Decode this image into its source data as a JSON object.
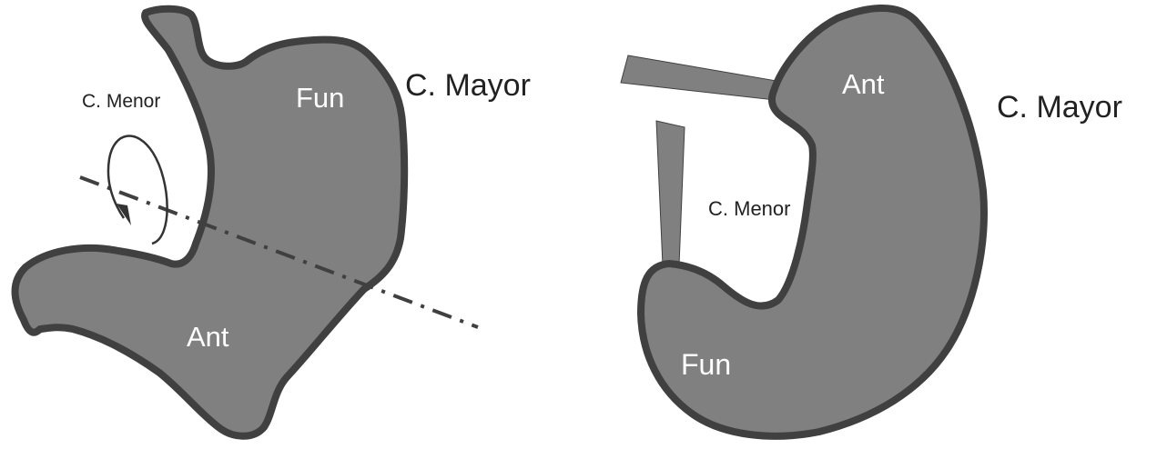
{
  "colors": {
    "fill": "#808080",
    "stroke": "#404040",
    "label_light": "#ffffff",
    "label_dark": "#222222"
  },
  "left_diagram": {
    "lesser_curvature": "C. Menor",
    "greater_curvature": "C. Mayor",
    "fundus": "Fun",
    "antrum": "Ant"
  },
  "right_diagram": {
    "lesser_curvature": "C. Menor",
    "greater_curvature": "C. Mayor",
    "fundus": "Fun",
    "antrum": "Ant"
  }
}
